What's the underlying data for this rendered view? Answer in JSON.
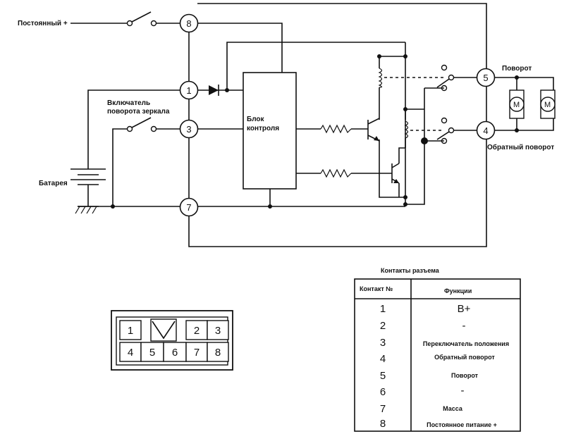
{
  "schematic": {
    "label_constant_plus": "Постоянный +",
    "label_mirror_turn_switch_line1": "Включатель",
    "label_mirror_turn_switch_line2": "поворота зеркала",
    "label_battery": "Батарея",
    "label_control_block_line1": "Блок",
    "label_control_block_line2": "контроля",
    "label_turn": "Поворот",
    "label_reverse_turn": "Обратный поворот",
    "motor_symbol": "M",
    "nodes": [
      "8",
      "1",
      "3",
      "7",
      "5",
      "4"
    ]
  },
  "connector": {
    "top_row": [
      "1",
      "2",
      "3"
    ],
    "bottom_row": [
      "4",
      "5",
      "6",
      "7",
      "8"
    ]
  },
  "pin_table": {
    "title": "Контакты разъема",
    "header_contact": "Контакт №",
    "header_function": "Функции",
    "rows": [
      {
        "pin": "1",
        "function": "B+"
      },
      {
        "pin": "2",
        "function": "-"
      },
      {
        "pin": "3",
        "function": "Переключатель положения"
      },
      {
        "pin": "4",
        "function": "Обратный поворот"
      },
      {
        "pin": "5",
        "function": "Поворот"
      },
      {
        "pin": "6",
        "function": "-"
      },
      {
        "pin": "7",
        "function": "Масса"
      },
      {
        "pin": "8",
        "function": "Постоянное питание +"
      }
    ]
  }
}
